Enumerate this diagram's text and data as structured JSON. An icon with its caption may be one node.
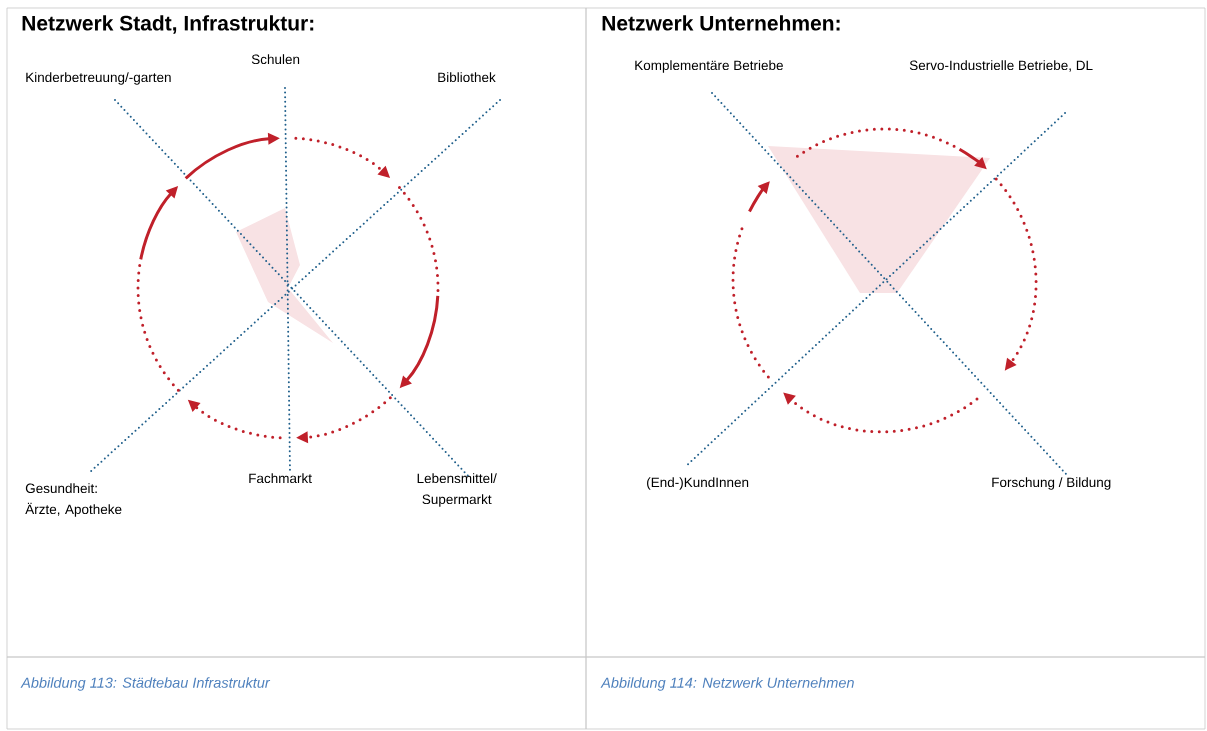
{
  "diagram": {
    "nodes": [
      {
        "text": [
          "Netzwerk Stadt, Infrastruktur:"
        ]
      },
      {
        "text": [
          "Netzwerk Unternehmen:"
        ]
      },
      {
        "text": [
          "Abbildung 113: Städtebau Infrastruktur"
        ]
      },
      {
        "text": [
          "Abbildung 114: Netzwerk Unternehmen"
        ]
      }
    ],
    "labels": [
      "Schulen",
      "Kinderbetreuung/-garten",
      "Bibliothek",
      "Gesundheit: Ärzte, Apotheke",
      "Fachmarkt",
      "Lebensmittel/ Supermarkt",
      "Komplementäre Betriebe",
      "Servo-Industrielle Betriebe, DL",
      "(End-)KundInnen",
      "Forschung / Bildung"
    ]
  }
}
